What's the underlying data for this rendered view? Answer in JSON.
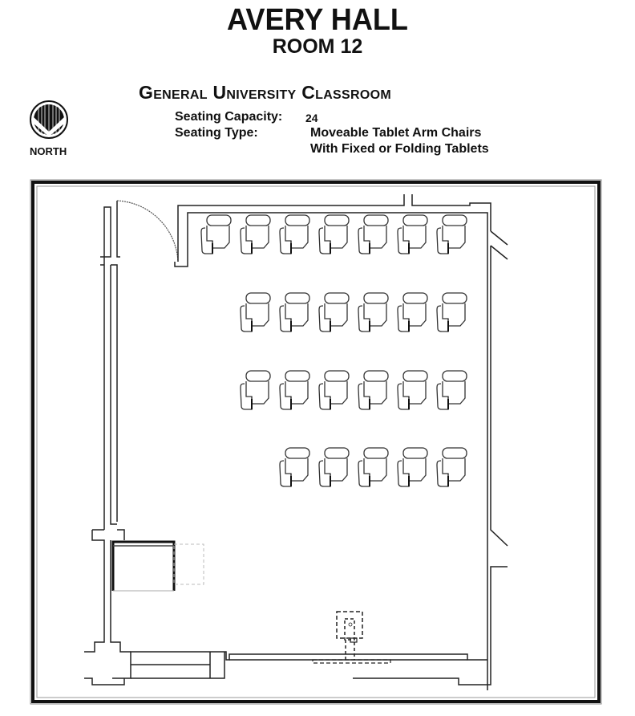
{
  "header": {
    "building": "AVERY HALL",
    "room": "ROOM 12",
    "room_type": "General University Classroom"
  },
  "details": {
    "capacity_label": "Seating Capacity:",
    "capacity_value": "24",
    "seating_type_label": "Seating Type:",
    "seating_type_line1": "Moveable Tablet Arm Chairs",
    "seating_type_line2": "With Fixed or Folding Tablets"
  },
  "compass": {
    "icon": "north-arrow-icon",
    "label": "NORTH"
  },
  "floor_plan": {
    "chair_rows": [
      {
        "row": 1,
        "count": 7
      },
      {
        "row": 2,
        "count": 6
      },
      {
        "row": 3,
        "count": 6
      },
      {
        "row": 4,
        "count": 5
      }
    ],
    "total_chairs": 24,
    "colors": {
      "line": "#222222",
      "frame": "#111111"
    }
  }
}
